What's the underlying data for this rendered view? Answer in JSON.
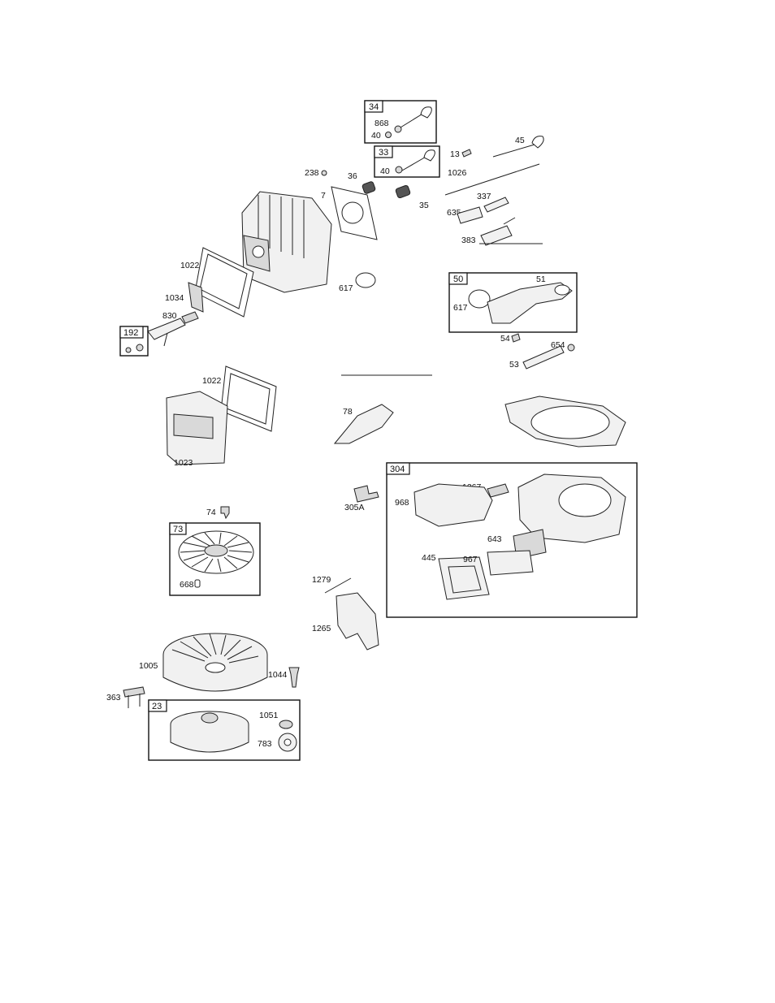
{
  "kit_boxes": {
    "k34": "34",
    "k33": "33",
    "k50": "50",
    "k192": "192",
    "k73": "73",
    "k304": "304",
    "k23": "23"
  },
  "parts": {
    "p868": "868",
    "p40a": "40",
    "p40b": "40",
    "p13": "13",
    "p45": "45",
    "p238": "238",
    "p36": "36",
    "p7": "7",
    "p35": "35",
    "p1026": "1026",
    "p337": "337",
    "p635": "635",
    "p383": "383",
    "p1022a": "1022",
    "p617a": "617",
    "p51": "51",
    "p617b": "617",
    "p1034": "1034",
    "p830": "830",
    "p54": "54",
    "p654": "654",
    "p53": "53",
    "p1022b": "1022",
    "p78": "78",
    "p1023": "1023",
    "p1267": "1267",
    "p305A": "305A",
    "p968": "968",
    "p74": "74",
    "p643": "643",
    "p445": "445",
    "p967": "967",
    "p668": "668",
    "p1279": "1279",
    "p1265": "1265",
    "p1005": "1005",
    "p1044": "1044",
    "p363": "363",
    "p1051": "1051",
    "p783": "783"
  }
}
